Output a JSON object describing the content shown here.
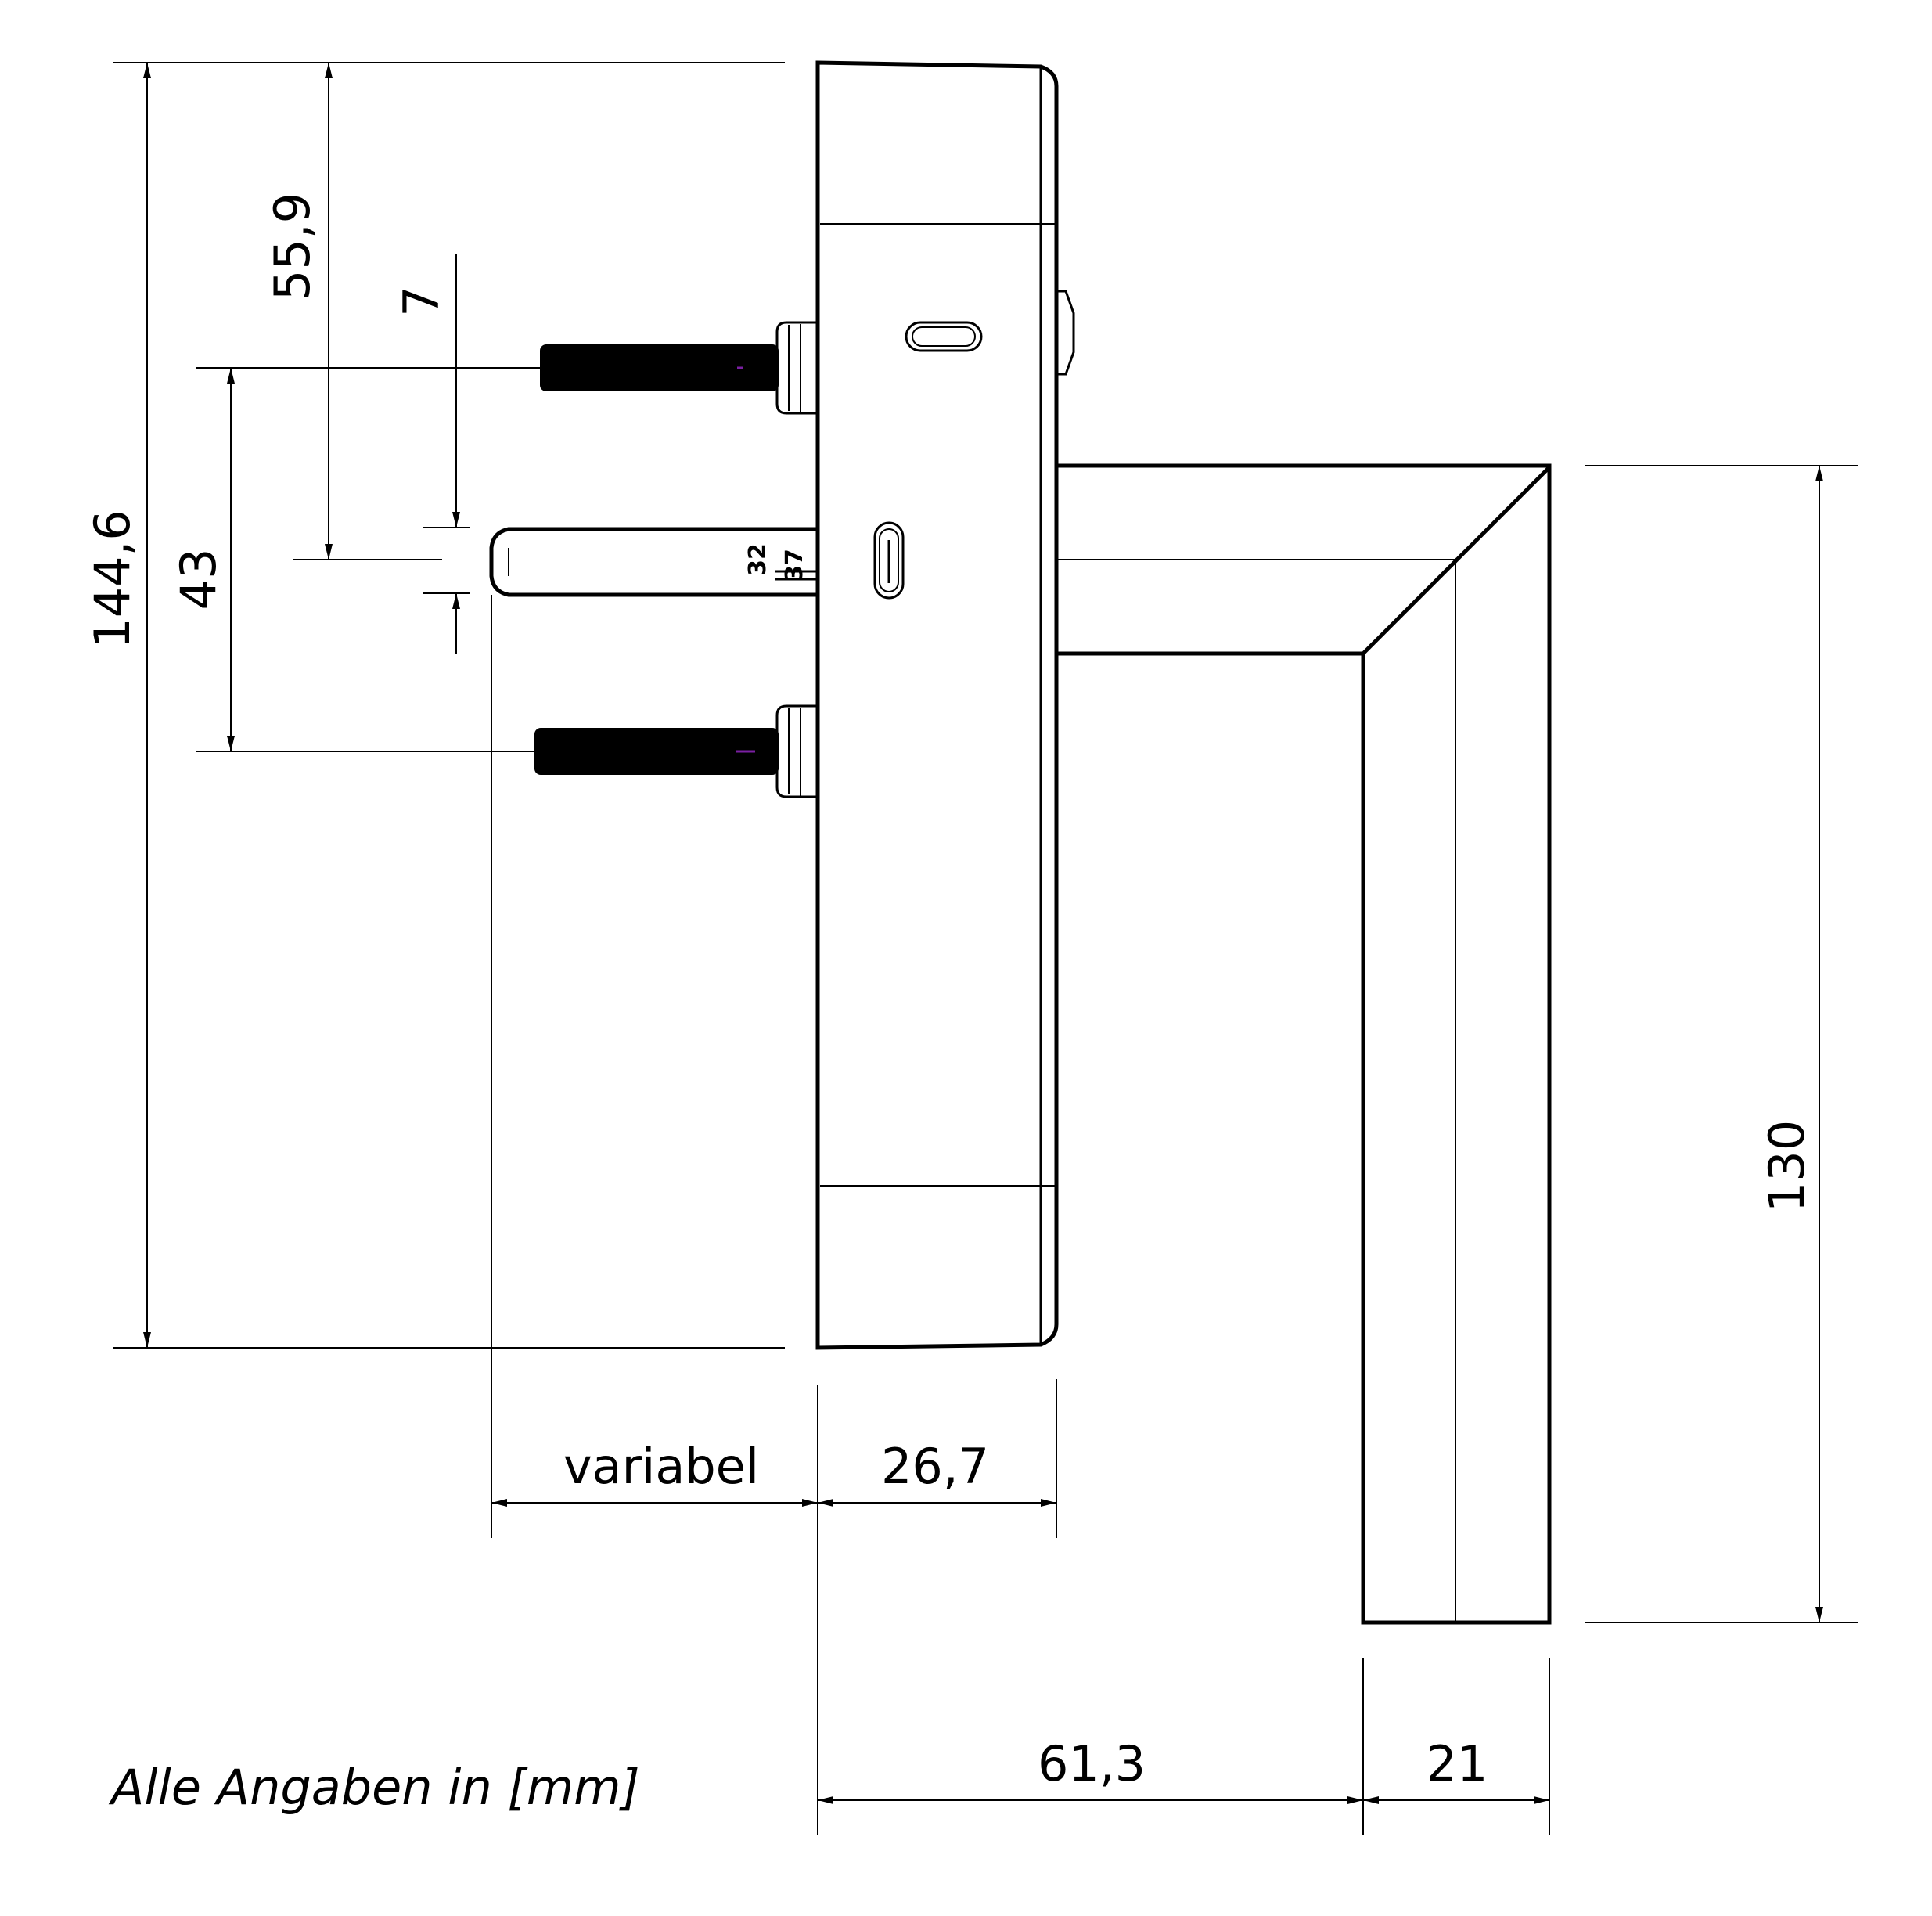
{
  "dimensions": {
    "total_height": "144,6",
    "top_to_square": "55,9",
    "square_size": "7",
    "screw_spacing": "43",
    "lever_length": "130",
    "spindle_length": "variabel",
    "rosette_depth": "26,7",
    "lever_projection": "61,3",
    "lever_width": "21"
  },
  "spindle_markings": {
    "mark_a": "32",
    "mark_b": "37"
  },
  "note": "Alle Angaben in [mm]",
  "colors": {
    "line": "#000000",
    "background": "#ffffff",
    "accent": "#7a1fa2"
  }
}
